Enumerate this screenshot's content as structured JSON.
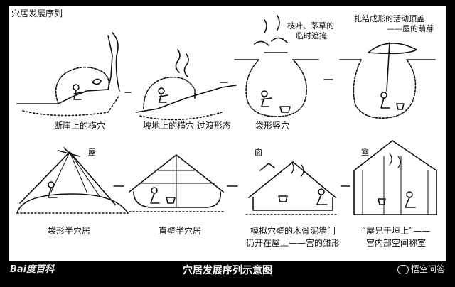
{
  "title_corner": "穴居发展序列",
  "caption": "穴居发展序列示意图",
  "labels": {
    "cliff_cave": "断崖上的横穴",
    "slope_cave": "坡地上的横穴 过渡形态",
    "bag_pit": "袋形竖穴",
    "bag_half": "袋形半穴居",
    "straight_half": "直壁半穴居",
    "mimic_line1": "模拟穴壁的木骨泥墙门",
    "mimic_line2": "仍开在屋上——宫的雏形",
    "house_line1": "“屋兄于垣上”——",
    "house_line2": "宫内部空间称室"
  },
  "notes": {
    "branches_line1": "枝叶、茅草的",
    "branches_line2": "临时遮掩",
    "roof_line1": "扎结成形的活动顶盖",
    "roof_line2": "——屋的萌芽",
    "wu": "屋",
    "door": "囱",
    "shi": "室"
  },
  "watermarks": {
    "left": "Bai度百科",
    "right": "悟空问答"
  }
}
